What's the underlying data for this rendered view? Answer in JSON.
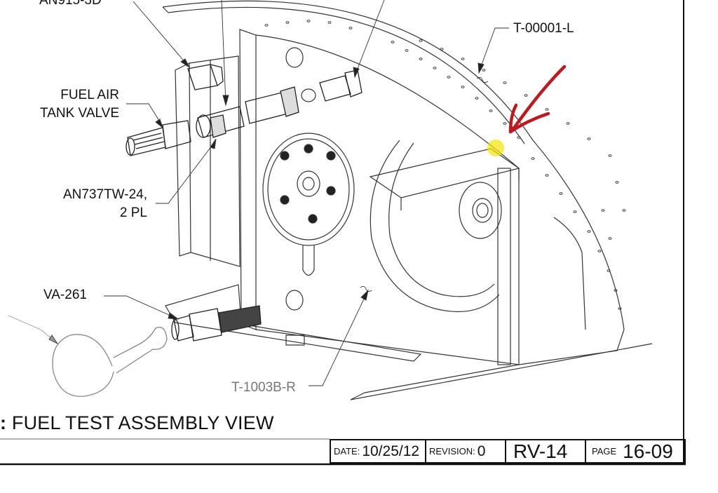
{
  "callouts": {
    "top_left_part": "AN915-3D",
    "fuel_air_tank_valve_line1": "FUEL AIR",
    "fuel_air_tank_valve_line2": "TANK VALVE",
    "hose_clamp_line1": "AN737TW-24,",
    "hose_clamp_line2": "2 PL",
    "valve": "VA-261",
    "tank_skin": "T-00001-L",
    "baffle": "T-1003B-R"
  },
  "title": {
    "prefix": ":",
    "text": "FUEL TEST ASSEMBLY VIEW"
  },
  "title_block": {
    "date_label": "DATE:",
    "date_value": "10/25/12",
    "revision_label": "REVISION:",
    "revision_value": "0",
    "model": "RV-14",
    "page_label": "PAGE",
    "page_value": "16-09"
  },
  "annotations": {
    "arrow_color": "#c0181d",
    "highlight_color": "#f3e600"
  }
}
